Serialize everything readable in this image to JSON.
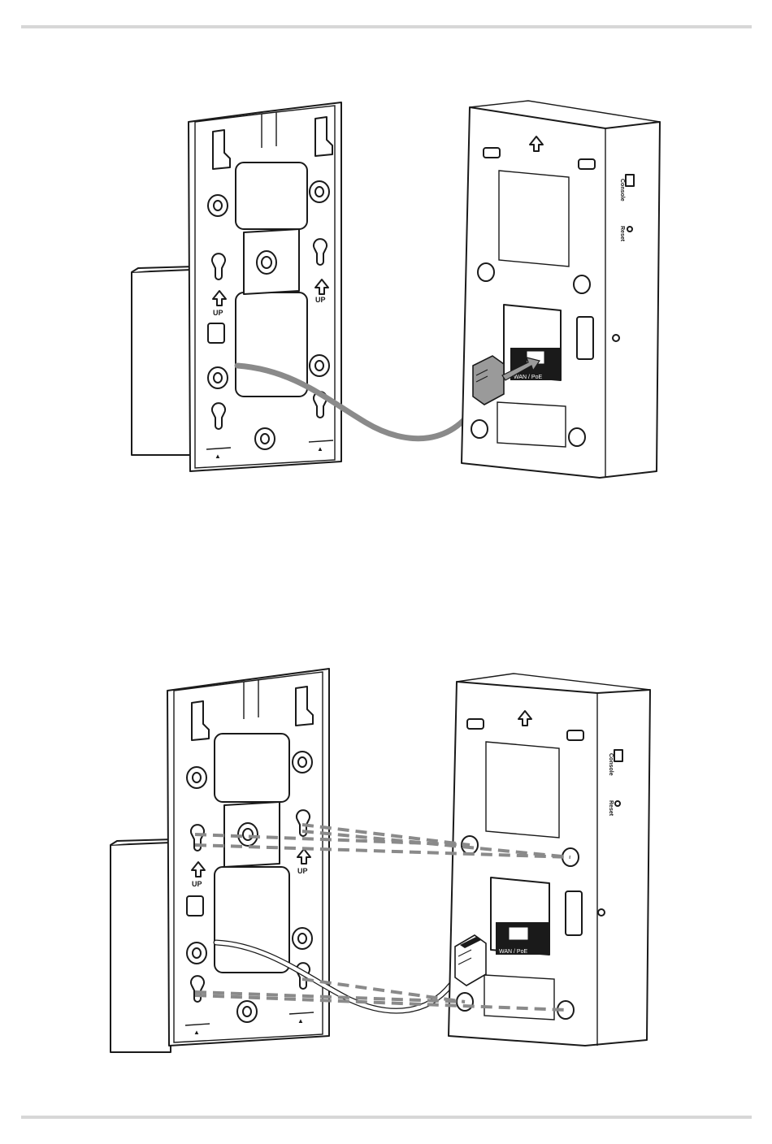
{
  "plate": {
    "up_label": "UP",
    "bottom_mark": "▲"
  },
  "device": {
    "side_ports": [
      "Console",
      "Reset"
    ],
    "port_label": "WAN / PoE"
  }
}
